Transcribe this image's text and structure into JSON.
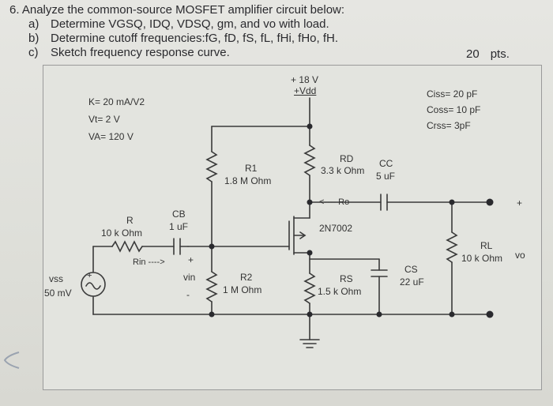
{
  "question": {
    "title": "6. Analyze the common-source MOSFET amplifier circuit below:",
    "items": [
      {
        "label": "a)",
        "text": "Determine VGSQ, IDQ, VDSQ, gm, and vo with load."
      },
      {
        "label": "b)",
        "text": "Determine cutoff frequencies:fG, fD, fS, fL, fHi, fHo, fH."
      },
      {
        "label": "c)",
        "text": "Sketch frequency response curve."
      }
    ],
    "points": {
      "value": "20",
      "unit": "pts."
    }
  },
  "params": {
    "k": "K= 20 mA/V2",
    "vt": "Vt= 2 V",
    "va": "VA= 120 V"
  },
  "caps": {
    "ciss": "Ciss= 20 pF",
    "coss": "Coss= 10 pF",
    "crss": "Crss= 3pF"
  },
  "labels": {
    "supply_value": "+ 18 V",
    "supply_name": "+Vdd",
    "rd_name": "RD",
    "rd_value": "3.3 k Ohm",
    "cc_name": "CC",
    "cc_value": "5 uF",
    "r1_name": "R1",
    "r1_value": "1.8 M Ohm",
    "ro": "<---- Ro",
    "transistor": "2N7002",
    "cb_name": "CB",
    "cb_value": "1 uF",
    "r_name": "R",
    "r_value": "10 k Ohm",
    "rin": "Rin ---->",
    "plus_in": "+",
    "vin": "vin",
    "minus_in": "-",
    "vss_name": "vss",
    "vss_value": "50 mV",
    "r2_name": "R2",
    "r2_value": "1 M Ohm",
    "rs_name": "RS",
    "rs_value": "1.5 k Ohm",
    "cs_name": "CS",
    "cs_value": "22 uF",
    "rl_name": "RL",
    "rl_value": "10 k Ohm",
    "vo": "vo",
    "plus_out": "+"
  }
}
